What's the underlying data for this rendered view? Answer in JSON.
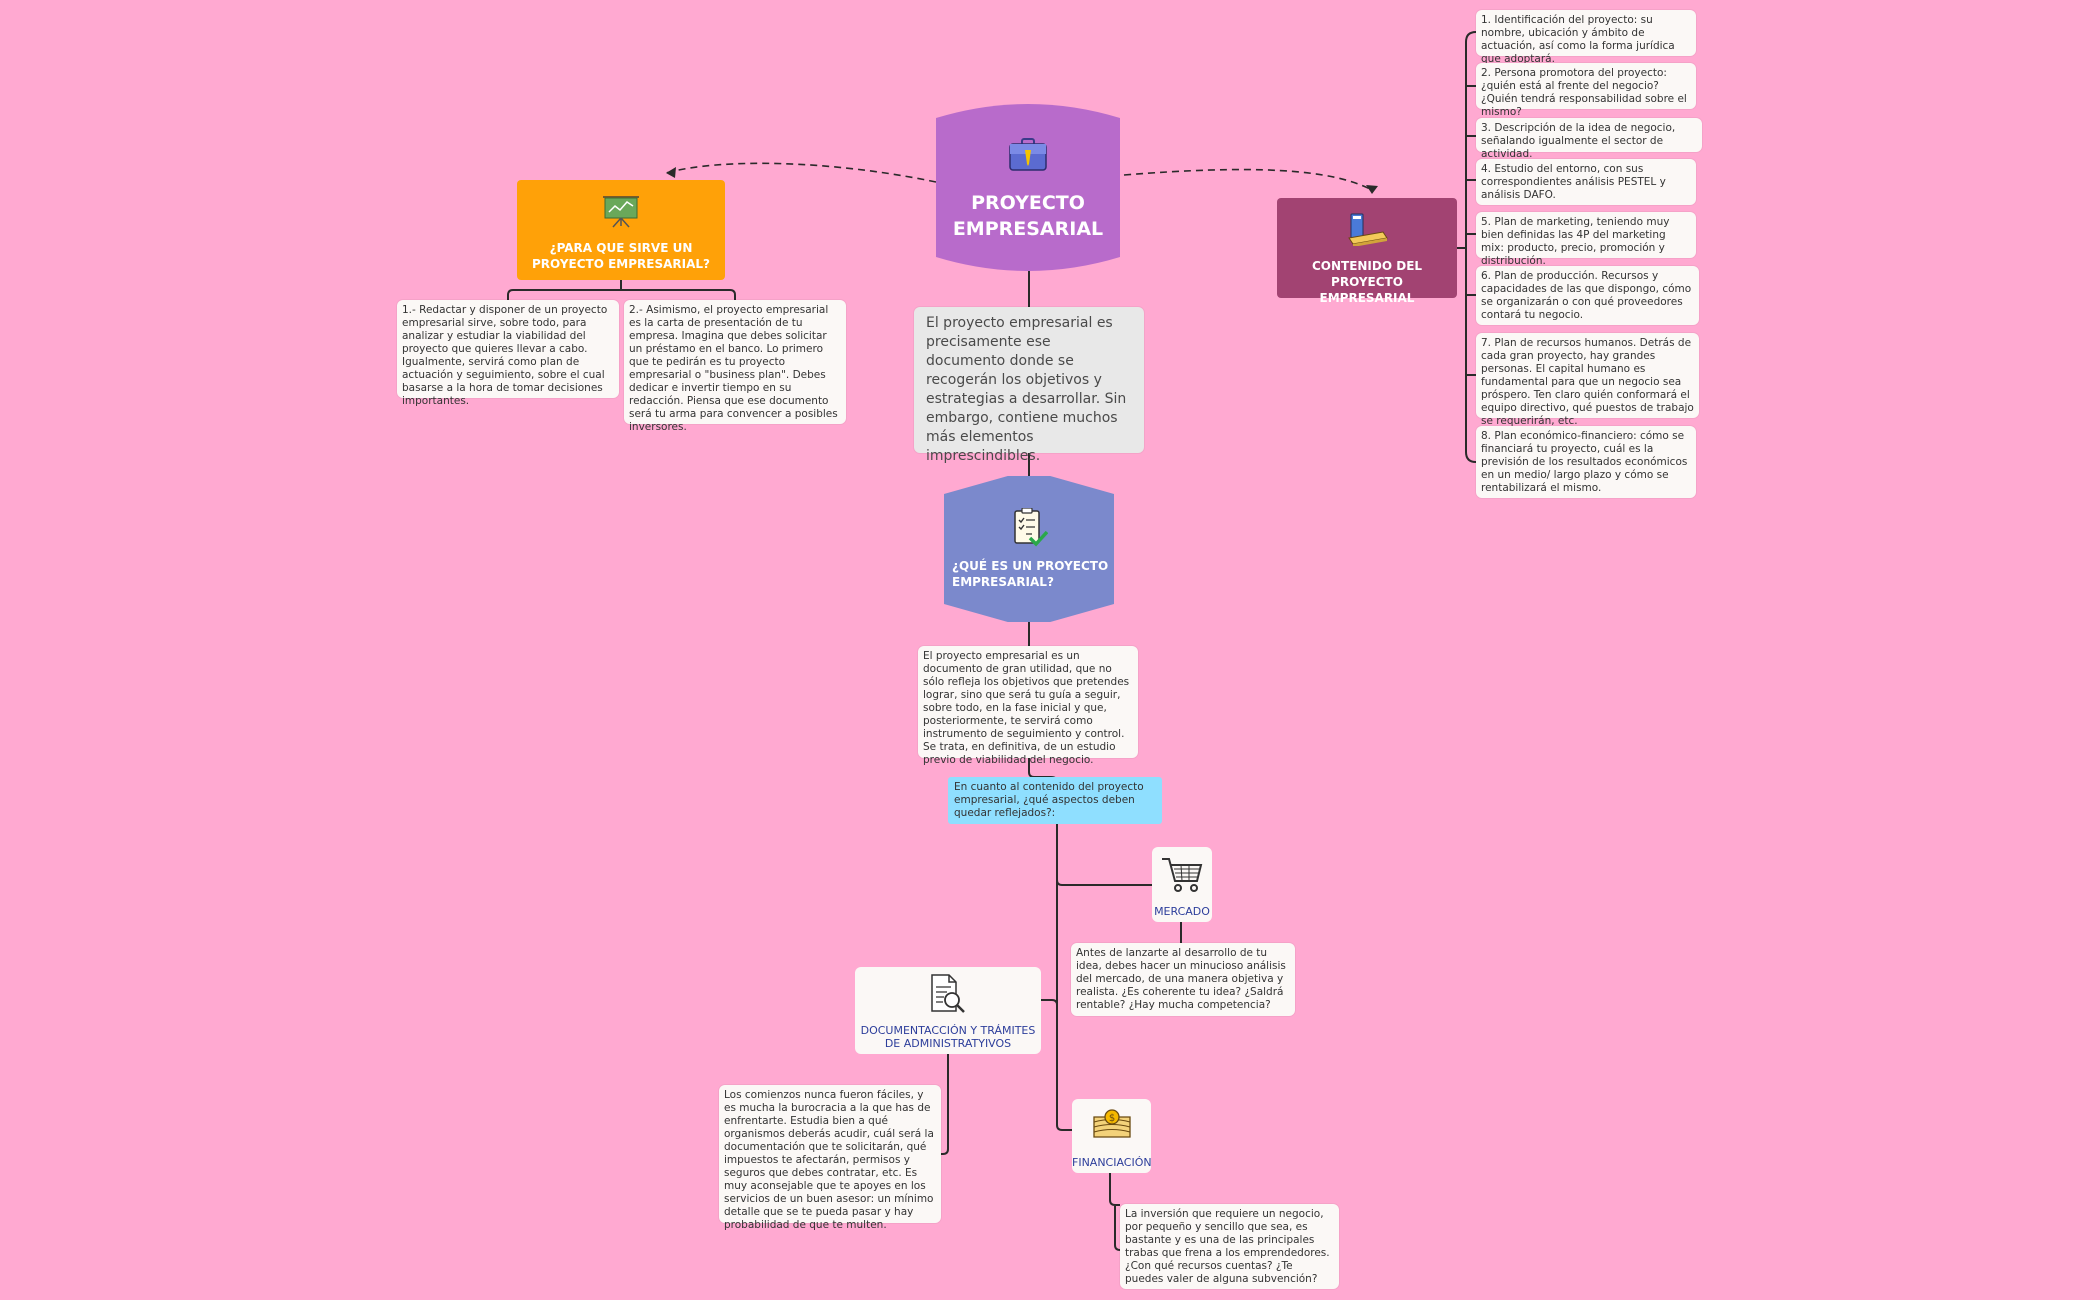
{
  "central": {
    "title": "PROYECTO EMPRESARIAL",
    "description": "El proyecto empresarial es precisamente ese documento donde se recogerán los objetivos y estrategias a desarrollar. Sin embargo, contiene muchos más elementos imprescindibles."
  },
  "para_que_sirve": {
    "title": "¿PARA QUE SIRVE UN PROYECTO EMPRESARIAL?",
    "items": [
      "1.- Redactar y disponer de un proyecto empresarial sirve, sobre todo, para analizar y estudiar la viabilidad del proyecto que quieres llevar a cabo. Igualmente, servirá como plan de actuación y seguimiento, sobre el cual basarse a la hora de tomar decisiones importantes.",
      "2.- Asimismo, el proyecto empresarial es la carta de presentación de tu empresa. Imagina que debes solicitar un préstamo en el banco. Lo primero que te pedirán es tu proyecto empresarial o \"business plan\". Debes dedicar e invertir tiempo en su redacción. Piensa que ese documento será tu arma para convencer a posibles inversores."
    ]
  },
  "contenido": {
    "title": "CONTENIDO DEL PROYECTO EMPRESARIAL",
    "items": [
      "1. Identificación del proyecto: su nombre, ubicación y ámbito de actuación, así como la forma jurídica que adoptará.",
      "2. Persona promotora del proyecto: ¿quién está al frente del negocio? ¿Quién tendrá responsabilidad sobre el mismo?",
      "3. Descripción de la idea de negocio, señalando igualmente el sector de actividad.",
      "4. Estudio del entorno, con sus correspondientes análisis PESTEL y análisis DAFO.",
      "5. Plan de marketing, teniendo muy bien definidas las 4P del marketing mix: producto, precio, promoción y distribución.",
      "6. Plan de producción. Recursos y capacidades de las que dispongo, cómo se organizarán o con qué proveedores contará tu negocio.",
      "7. Plan de recursos humanos. Detrás de cada gran proyecto, hay grandes personas. El capital humano es fundamental para que un negocio sea próspero. Ten claro quién conformará el equipo directivo, qué puestos de trabajo se requerirán, etc.",
      "8. Plan económico-financiero: cómo se financiará tu proyecto, cuál es la previsión de los resultados económicos en un medio/ largo plazo y cómo se rentabilizará el mismo."
    ]
  },
  "que_es": {
    "title": "¿QUÉ ES UN PROYECTO EMPRESARIAL?",
    "description": "El proyecto empresarial es un documento de gran utilidad, que no sólo refleja los objetivos que pretendes lograr, sino que será tu guía a seguir, sobre todo, en la fase inicial y que, posteriormente, te servirá como instrumento de seguimiento y control. Se trata, en definitiva, de un estudio previo de viabilidad del negocio.",
    "question": "En cuanto al contenido del proyecto empresarial, ¿qué aspectos deben quedar reflejados?:"
  },
  "mercado": {
    "title": "MERCADO",
    "text": "Antes de lanzarte al desarrollo de tu idea, debes hacer un minucioso análisis del mercado, de una manera objetiva y realista. ¿Es coherente tu idea? ¿Saldrá rentable? ¿Hay mucha competencia?"
  },
  "documentacion": {
    "title": "DOCUMENTACCIÓN Y TRÁMITES DE ADMINISTRATYIVOS",
    "text": "Los comienzos nunca fueron fáciles, y es mucha la burocracia a la que has de enfrentarte. Estudia bien a qué organismos deberás acudir, cuál será la documentación que te solicitarán, qué impuestos te afectarán, permisos y seguros que debes contratar, etc. Es muy aconsejable que te apoyes en los servicios de un buen asesor: un mínimo detalle que se te pueda pasar y hay probabilidad de que te multen."
  },
  "financiacion": {
    "title": "FINANCIACIÓN",
    "text": "La inversión que requiere un negocio, por pequeño y sencillo que sea, es bastante y es una de las principales trabas que frena a los emprendedores.  ¿Con qué recursos cuentas? ¿Te puedes valer de alguna subvención?"
  },
  "colors": {
    "background": "#ffa9d1",
    "central": "#b86bcb",
    "para_que_sirve": "#ffa108",
    "contenido": "#a24372",
    "que_es": "#7b89cc",
    "question": "#8fdfff",
    "connector": "#2a2a2a"
  }
}
